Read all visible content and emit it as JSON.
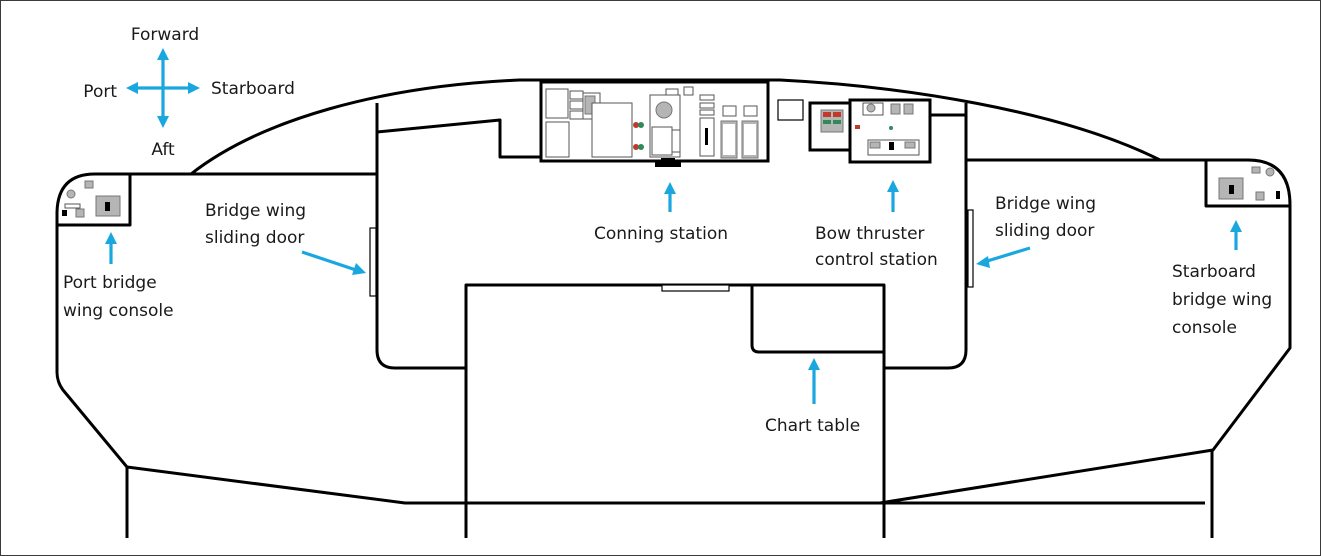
{
  "diagram": {
    "title": "Bridge layout",
    "compass": {
      "forward": "Forward",
      "aft": "Aft",
      "port": "Port",
      "starboard": "Starboard"
    },
    "labels": {
      "port_door": [
        "Bridge wing",
        "sliding door"
      ],
      "starboard_door": [
        "Bridge wing",
        "sliding door"
      ],
      "port_console": [
        "Port bridge",
        "wing console"
      ],
      "starboard_console": [
        "Starboard",
        "bridge wing",
        "console"
      ],
      "conning": [
        "Conning station"
      ],
      "bow_thruster": [
        "Bow thruster",
        "control station"
      ],
      "chart_table": [
        "Chart table"
      ]
    },
    "colors": {
      "arrow": "#1aa7e0",
      "wall": "#000000",
      "equipment_gray": "#b5b5b5",
      "indicator_red": "#c0392b",
      "indicator_green": "#2e8b57"
    }
  }
}
